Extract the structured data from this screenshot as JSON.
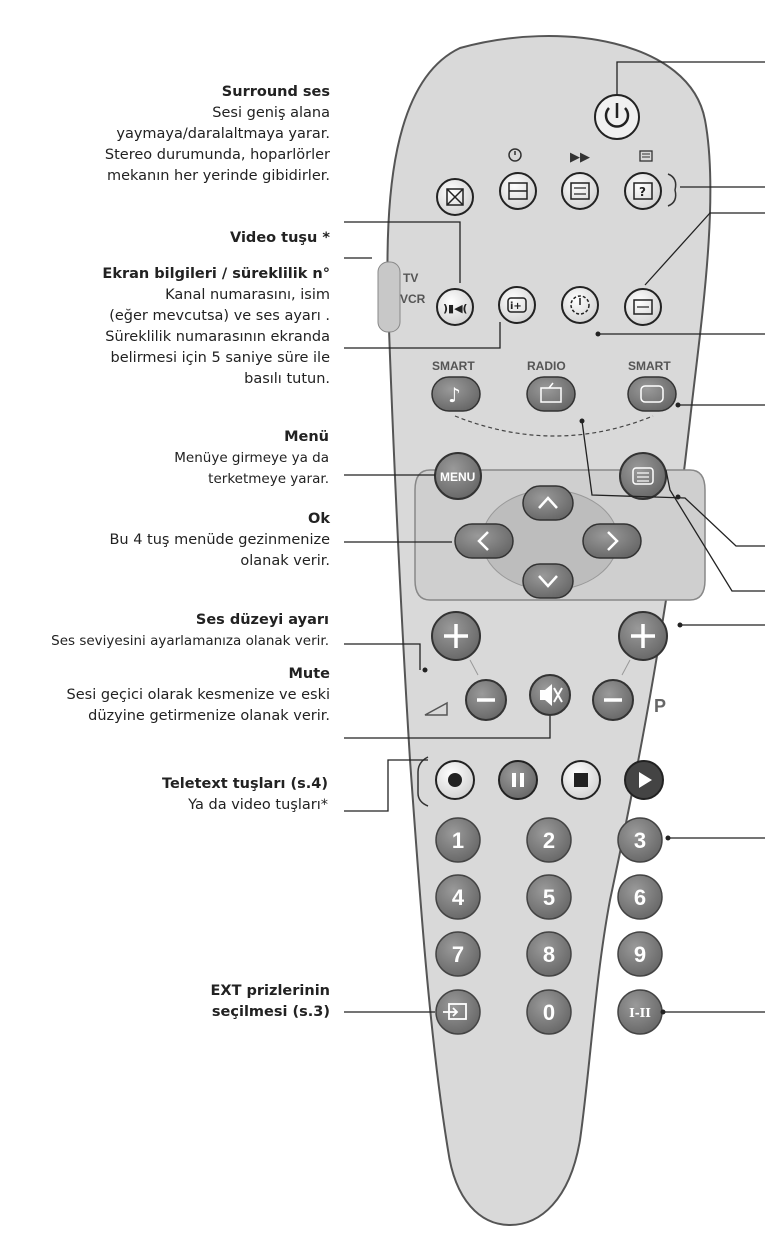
{
  "labels": {
    "surround": {
      "title": "Surround ses",
      "desc": [
        "Sesi geniş alana",
        "yaymaya/daralaltmaya yarar.",
        "Stereo durumunda, hoparlörler",
        "mekanın her yerinde gibidirler."
      ]
    },
    "video": {
      "title": "Video tuşu *"
    },
    "screen_info": {
      "title": "Ekran bilgileri / süreklilik n°",
      "desc": [
        "Kanal numarasını, isim",
        "(eğer mevcutsa) ve ses ayarı .",
        "Süreklilik numarasının ekranda",
        "belirmesi için 5 saniye süre ile",
        "basılı tutun."
      ]
    },
    "menu": {
      "title": "Menü",
      "desc": [
        "Menüye girmeye ya da",
        "terketmeye yarar."
      ]
    },
    "ok": {
      "title": "Ok",
      "desc": [
        "Bu 4 tuş menüde gezinmenize",
        "olanak verir."
      ]
    },
    "volume": {
      "title": "Ses düzeyi ayarı",
      "desc": [
        "Ses seviyesini ayarlamanıza olanak verir."
      ]
    },
    "mute": {
      "title": "Mute",
      "desc": [
        "Sesi geçici olarak kesmenize ve eski",
        "düzyine getirmenize olanak verir."
      ]
    },
    "teletext": {
      "title": "Teletext tuşları (s.4)",
      "desc": [
        "Ya da video tuşları*"
      ]
    },
    "ext": {
      "title": [
        "EXT prizlerinin",
        "seçilmesi (s.3)"
      ]
    }
  },
  "remote": {
    "switch": {
      "tv": "TV",
      "vcr": "VCR"
    },
    "captions": {
      "smart_left": "SMART",
      "radio": "RADIO",
      "smart_right": "SMART",
      "p": "P"
    },
    "menu_button": "MENU",
    "digits": [
      "1",
      "2",
      "3",
      "4",
      "5",
      "6",
      "7",
      "8",
      "9",
      "0"
    ],
    "dual_sound": "I-II",
    "colors": {
      "body": "#d9d9d9",
      "button": "#7a7a7a",
      "button_dark": "#555555",
      "outline": "#3a3a3a"
    }
  }
}
